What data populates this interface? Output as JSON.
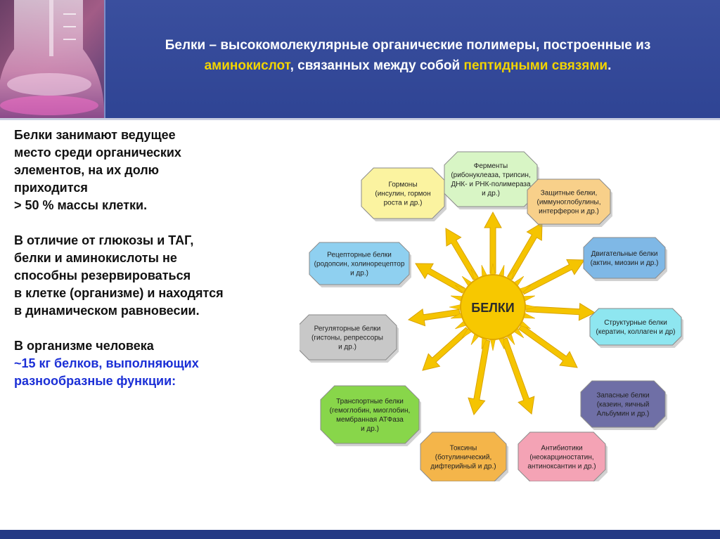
{
  "header": {
    "title_part1": "Белки – высокомолекулярные органические полимеры, построенные из",
    "title_hl1": "аминокислот",
    "title_part2": ", связанных между собой ",
    "title_hl2": "пептидными связями",
    "title_end": "."
  },
  "left_text": {
    "p1_line1": "Белки занимают ведущее",
    "p1_line2": "место среди органических",
    "p1_line3": "элементов, на их долю",
    "p1_line4": "приходится",
    "p1_line5": "> 50 %  массы клетки.",
    "p2_line1": "В отличие от глюкозы и ТАГ,",
    "p2_line2": "белки и аминокислоты не",
    "p2_line3": "способны резервироваться",
    "p2_line4": "в клетке (организме) и находятся",
    "p2_line5": "в динамическом равновесии.",
    "p3_line1": "В организме человека",
    "p3_line2": "~15 кг белков, выполняющих",
    "p3_line3": "разнообразные функции:"
  },
  "diagram": {
    "center_label": "БЕЛКИ",
    "colors": {
      "sun": "#f7c800",
      "sun_edge": "#e0a800",
      "arrow": "#f5c400",
      "arrow_edge": "#d9a300"
    },
    "boxes": [
      {
        "lines": [
          "Гормоны",
          "(инсулин, гормон",
          "роста и др.)"
        ],
        "fill": "#fbf3a0"
      },
      {
        "lines": [
          "Ферменты",
          "(рибонуклеаза, трипсин,",
          "ДНК- и РНК-полимераза",
          "и др.)"
        ],
        "fill": "#d8f5c5"
      },
      {
        "lines": [
          "Защитные белки,",
          "(иммуноглобулины,",
          "интерферон и др.)"
        ],
        "fill": "#f8d08a"
      },
      {
        "lines": [
          "Рецепторные белки",
          "(родопсин, холинорецептор",
          "и др.)"
        ],
        "fill": "#8fd0f0"
      },
      {
        "lines": [
          "Двигательные белки",
          "(актин, миозин и др.)"
        ],
        "fill": "#7fb8e6"
      },
      {
        "lines": [
          "Регуляторные белки",
          "(гистоны, репрессоры",
          "и др.)"
        ],
        "fill": "#c8c8c8"
      },
      {
        "lines": [
          "Структурные белки",
          "(кератин, коллаген и др)"
        ],
        "fill": "#8ee6f0"
      },
      {
        "lines": [
          "Транспортные белки",
          "(гемоглобин, миоглобин,",
          "мембранная АТФаза",
          "и др.)"
        ],
        "fill": "#88d64a"
      },
      {
        "lines": [
          "Запасные белки",
          "(казеин, яичный",
          "Альбумин и др.)"
        ],
        "fill": "#6f6fa6"
      },
      {
        "lines": [
          "Токсины",
          "(ботулинический,",
          "дифтерийный и др.)"
        ],
        "fill": "#f4b54a"
      },
      {
        "lines": [
          "Антибиотики",
          "(неокарциностатин,",
          "антиноксантин и др.)"
        ],
        "fill": "#f4a3b5"
      }
    ]
  }
}
